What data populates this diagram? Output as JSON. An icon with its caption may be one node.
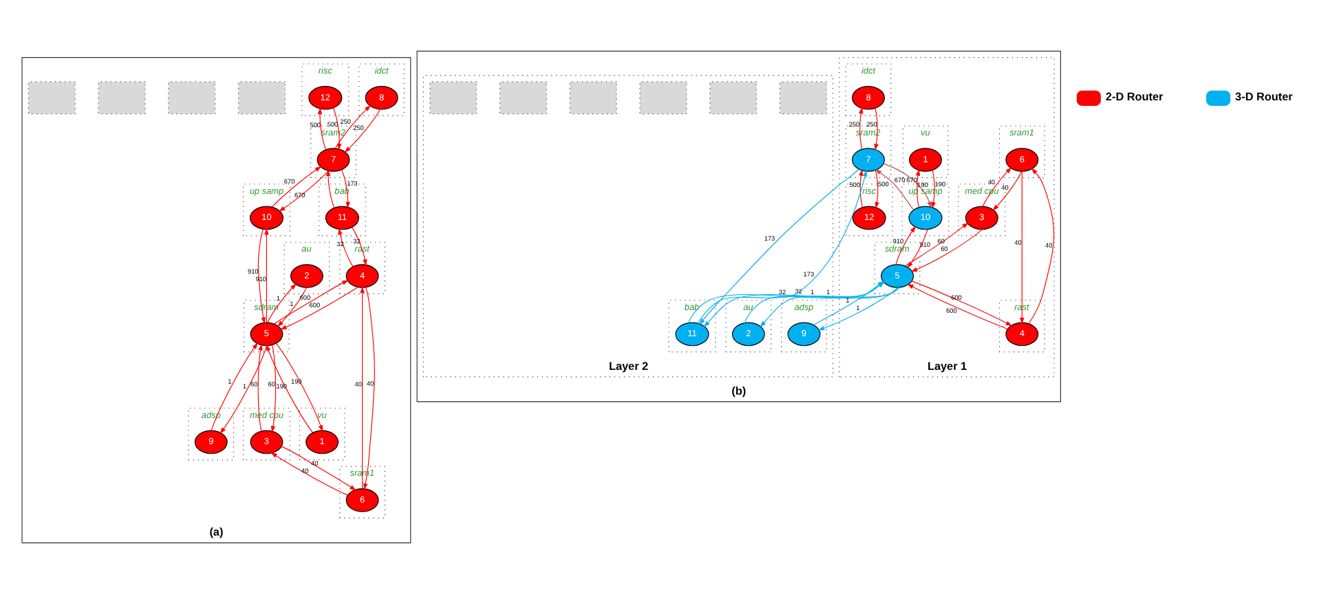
{
  "diagram": {
    "nodes": [
      {
        "text": [
          "(a)"
        ]
      },
      {
        "text": [],
        "shape": "box",
        "in": 0
      },
      {
        "text": [
          "idct"
        ],
        "in": 0
      },
      {
        "text": [
          "8"
        ],
        "in": 2
      },
      {
        "text": [
          "au"
        ],
        "in": 0
      },
      {
        "text": [
          "2"
        ],
        "in": 4
      },
      {
        "text": [],
        "shape": "box",
        "in": 0
      },
      {
        "text": [
          "risc"
        ],
        "in": 0
      },
      {
        "text": [
          "12"
        ],
        "in": 7
      },
      {
        "text": [
          "sram2"
        ],
        "in": 0
      },
      {
        "text": [
          "7"
        ],
        "in": 9
      },
      {
        "text": [
          "up samp"
        ],
        "in": 0
      },
      {
        "text": [
          "10"
        ],
        "in": 11
      },
      {
        "text": [],
        "shape": "box",
        "in": 0
      },
      {
        "text": [
          "bab"
        ],
        "in": 0
      },
      {
        "text": [
          "11"
        ],
        "in": 14
      },
      {
        "text": [
          "rast"
        ],
        "in": 0
      },
      {
        "text": [
          "4"
        ],
        "in": 16
      },
      {
        "text": [
          "sdram"
        ],
        "in": 0
      },
      {
        "text": [
          "5"
        ],
        "in": 18
      },
      {
        "text": [
          "med cpu"
        ],
        "in": 0
      },
      {
        "text": [
          "3"
        ],
        "in": 20
      },
      {
        "text": [],
        "shape": "box",
        "in": 0
      },
      {
        "text": [
          "sram1"
        ],
        "in": 0
      },
      {
        "text": [
          "6"
        ],
        "in": 23
      },
      {
        "text": [
          "vu"
        ],
        "in": 0
      },
      {
        "text": [
          "1"
        ],
        "in": 25
      },
      {
        "text": [
          "adsp"
        ],
        "in": 0
      },
      {
        "text": [
          "9"
        ],
        "in": 27
      },
      {
        "text": [
          "(b)"
        ]
      },
      {
        "text": [
          "Layer 1"
        ],
        "in": 29
      },
      {
        "text": [
          "idct"
        ],
        "in": 30
      },
      {
        "text": [
          "8"
        ],
        "in": 31
      },
      {
        "text": [
          "vu"
        ],
        "in": 30
      },
      {
        "text": [
          "1"
        ],
        "in": 33
      },
      {
        "text": [
          "sram1"
        ],
        "in": 30
      },
      {
        "text": [
          "6"
        ],
        "in": 35
      },
      {
        "text": [
          "sram2"
        ],
        "in": 30
      },
      {
        "text": [
          "7"
        ],
        "in": 37
      },
      {
        "text": [
          "up samp"
        ],
        "in": 30
      },
      {
        "text": [
          "10"
        ],
        "in": 39
      },
      {
        "text": [
          "med cpu"
        ],
        "in": 30
      },
      {
        "text": [
          "3"
        ],
        "in": 41
      },
      {
        "text": [
          "risc"
        ],
        "in": 30
      },
      {
        "text": [
          "12"
        ],
        "in": 43
      },
      {
        "text": [
          "sdram"
        ],
        "in": 30
      },
      {
        "text": [
          "5"
        ],
        "in": 45
      },
      {
        "text": [
          "rast"
        ],
        "in": 30
      },
      {
        "text": [
          "4"
        ],
        "in": 47
      },
      {
        "text": [
          "Layer 2"
        ],
        "in": 29
      },
      {
        "text": [],
        "shape": "box",
        "in": 49
      },
      {
        "text": [],
        "shape": "box",
        "in": 49
      },
      {
        "text": [],
        "shape": "box",
        "in": 49
      },
      {
        "text": [
          "bab"
        ],
        "in": 49
      },
      {
        "text": [
          "11"
        ],
        "in": 53
      },
      {
        "text": [
          "au"
        ],
        "in": 49
      },
      {
        "text": [
          "2"
        ],
        "in": 55
      },
      {
        "text": [],
        "shape": "box",
        "in": 49
      },
      {
        "text": [],
        "shape": "box",
        "in": 49
      },
      {
        "text": [
          "adsp"
        ],
        "in": 49
      },
      {
        "text": [
          "9"
        ],
        "in": 59
      },
      {
        "text": [],
        "shape": "box",
        "in": 49
      }
    ],
    "edges": [
      {
        "from": 3,
        "to": 10,
        "arrow": "to",
        "label": "250"
      },
      {
        "from": 10,
        "to": 3,
        "arrow": "to",
        "label": "250"
      },
      {
        "from": 5,
        "to": 19,
        "arrow": "to",
        "label": "1"
      },
      {
        "from": 19,
        "to": 5,
        "arrow": "to",
        "label": "1"
      },
      {
        "from": 10,
        "to": 8,
        "arrow": "to",
        "label": "500"
      },
      {
        "from": 8,
        "to": 10,
        "arrow": "to",
        "label": "500"
      },
      {
        "from": 10,
        "to": 12,
        "arrow": "to",
        "label": "670"
      },
      {
        "from": 12,
        "to": 10,
        "arrow": "to",
        "label": "670"
      },
      {
        "from": 10,
        "to": 15,
        "arrow": "to",
        "label": "173"
      },
      {
        "from": 15,
        "to": 10,
        "arrow": "to"
      },
      {
        "from": 12,
        "to": 19,
        "arrow": "to",
        "label": "910"
      },
      {
        "from": 19,
        "to": 12,
        "arrow": "to",
        "label": "910"
      },
      {
        "from": 15,
        "to": 17,
        "arrow": "to",
        "label": "32"
      },
      {
        "from": 17,
        "to": 15,
        "arrow": "to",
        "label": "32"
      },
      {
        "from": 17,
        "to": 19,
        "arrow": "to",
        "label": "600"
      },
      {
        "from": 19,
        "to": 17,
        "arrow": "to",
        "label": "600"
      },
      {
        "from": 19,
        "to": 21,
        "arrow": "to",
        "label": "60"
      },
      {
        "from": 21,
        "to": 19,
        "arrow": "to",
        "label": "60"
      },
      {
        "from": 17,
        "to": 24,
        "arrow": "to",
        "label": "40"
      },
      {
        "from": 24,
        "to": 17,
        "arrow": "to",
        "label": "40"
      },
      {
        "from": 21,
        "to": 24,
        "arrow": "to",
        "label": "40"
      },
      {
        "from": 24,
        "to": 21,
        "arrow": "to",
        "label": "40"
      },
      {
        "from": 26,
        "to": 19,
        "arrow": "to",
        "label": "190"
      },
      {
        "from": 19,
        "to": 26,
        "arrow": "to",
        "label": "190"
      },
      {
        "from": 19,
        "to": 28,
        "arrow": "to",
        "label": "1"
      },
      {
        "from": 28,
        "to": 19,
        "arrow": "to",
        "label": "1"
      },
      {
        "from": 38,
        "to": 32,
        "arrow": "to",
        "label": "250"
      },
      {
        "from": 32,
        "to": 38,
        "arrow": "to",
        "label": "250"
      },
      {
        "from": 40,
        "to": 34,
        "arrow": "to",
        "label": "190"
      },
      {
        "from": 34,
        "to": 40,
        "arrow": "to",
        "label": "190"
      },
      {
        "from": 36,
        "to": 42,
        "arrow": "to",
        "label": "40"
      },
      {
        "from": 42,
        "to": 36,
        "arrow": "to",
        "label": "40"
      },
      {
        "from": 48,
        "to": 36,
        "arrow": "to",
        "label": "40"
      },
      {
        "from": 36,
        "to": 48,
        "arrow": "to",
        "label": "40"
      },
      {
        "from": 38,
        "to": 44,
        "arrow": "to",
        "label": "500"
      },
      {
        "from": 44,
        "to": 38,
        "arrow": "to",
        "label": "500"
      },
      {
        "from": 40,
        "to": 46,
        "arrow": "to",
        "label": "910"
      },
      {
        "from": 46,
        "to": 40,
        "arrow": "to",
        "label": "910"
      },
      {
        "from": 38,
        "to": 40,
        "arrow": "to",
        "label": "670",
        "color": "#c0504d"
      },
      {
        "from": 40,
        "to": 38,
        "arrow": "to",
        "label": "670",
        "color": "#c0504d"
      },
      {
        "from": 38,
        "to": 54,
        "arrow": "to",
        "label": "173",
        "color": "#00b0f0"
      },
      {
        "from": 54,
        "to": 38,
        "arrow": "to",
        "label": "173",
        "color": "#00b0f0"
      },
      {
        "from": 42,
        "to": 46,
        "arrow": "to",
        "label": "60"
      },
      {
        "from": 46,
        "to": 42,
        "arrow": "to",
        "label": "60"
      },
      {
        "from": 46,
        "to": 48,
        "arrow": "to",
        "label": "600"
      },
      {
        "from": 48,
        "to": 46,
        "arrow": "to",
        "label": "600"
      },
      {
        "from": 46,
        "to": 54,
        "arrow": "to",
        "label": "32",
        "color": "#00b0f0"
      },
      {
        "from": 54,
        "to": 46,
        "arrow": "to",
        "label": "32",
        "color": "#00b0f0"
      },
      {
        "from": 46,
        "to": 56,
        "arrow": "to",
        "label": "1",
        "color": "#00b0f0"
      },
      {
        "from": 56,
        "to": 46,
        "arrow": "to",
        "label": "1",
        "color": "#00b0f0"
      },
      {
        "from": 46,
        "to": 60,
        "arrow": "to",
        "label": "1",
        "color": "#00b0f0"
      },
      {
        "from": 60,
        "to": 46,
        "arrow": "to",
        "label": "1",
        "color": "#00b0f0"
      }
    ],
    "legend": [
      {
        "text": "2-D Router",
        "color": "#ff0000"
      },
      {
        "text": "3-D Router",
        "color": "#00b0f0"
      }
    ]
  }
}
